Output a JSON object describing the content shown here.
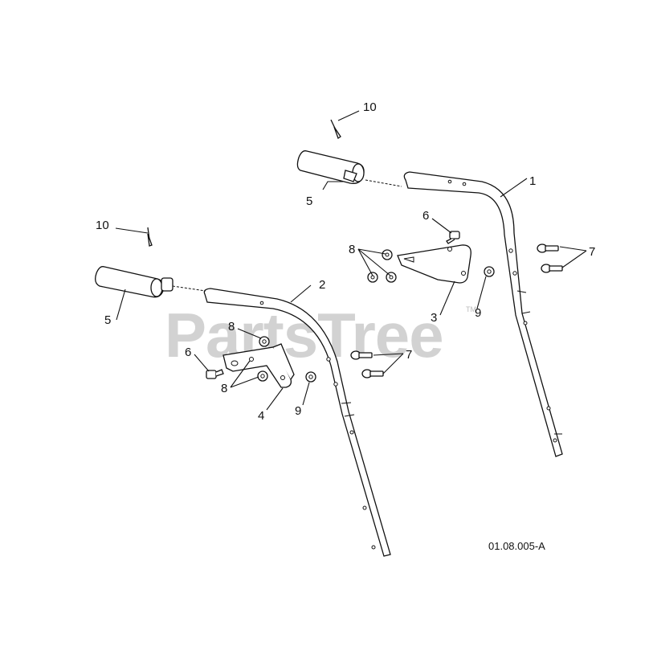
{
  "watermark": {
    "text": "PartsTree",
    "trademark": "TM"
  },
  "diagram_code": "01.08.005-A",
  "callouts": [
    {
      "id": "c10a",
      "text": "10"
    },
    {
      "id": "c5a",
      "text": "5"
    },
    {
      "id": "c1",
      "text": "1"
    },
    {
      "id": "c6a",
      "text": "6"
    },
    {
      "id": "c8a",
      "text": "8"
    },
    {
      "id": "c7a",
      "text": "7"
    },
    {
      "id": "c3",
      "text": "3"
    },
    {
      "id": "c9a",
      "text": "9"
    },
    {
      "id": "c10b",
      "text": "10"
    },
    {
      "id": "c5b",
      "text": "5"
    },
    {
      "id": "c2",
      "text": "2"
    },
    {
      "id": "c8b",
      "text": "8"
    },
    {
      "id": "c6b",
      "text": "6"
    },
    {
      "id": "c7b",
      "text": "7"
    },
    {
      "id": "c8c",
      "text": "8"
    },
    {
      "id": "c4",
      "text": "4"
    },
    {
      "id": "c9b",
      "text": "9"
    }
  ]
}
